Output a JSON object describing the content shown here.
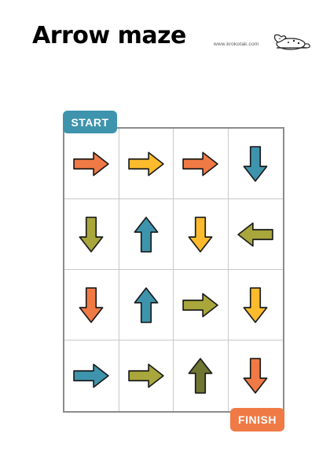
{
  "header": {
    "title": "Arrow maze",
    "site": "www.krokotak.com",
    "logo_icon": "sleeping-cat-icon"
  },
  "maze": {
    "start_label": "START",
    "finish_label": "FINISH",
    "rows": 4,
    "cols": 4,
    "colors": {
      "orange": "#f07a45",
      "yellow": "#fbbb2d",
      "blue": "#3e94ad",
      "olive": "#a9a63c",
      "darkolive": "#6e7631"
    },
    "cells": [
      [
        {
          "dir": "right",
          "color": "orange"
        },
        {
          "dir": "right",
          "color": "yellow"
        },
        {
          "dir": "right",
          "color": "orange"
        },
        {
          "dir": "down",
          "color": "blue"
        }
      ],
      [
        {
          "dir": "down",
          "color": "olive"
        },
        {
          "dir": "up",
          "color": "blue"
        },
        {
          "dir": "down",
          "color": "yellow"
        },
        {
          "dir": "left",
          "color": "olive"
        }
      ],
      [
        {
          "dir": "down",
          "color": "orange"
        },
        {
          "dir": "up",
          "color": "blue"
        },
        {
          "dir": "right",
          "color": "olive"
        },
        {
          "dir": "down",
          "color": "yellow"
        }
      ],
      [
        {
          "dir": "right",
          "color": "blue"
        },
        {
          "dir": "right",
          "color": "olive"
        },
        {
          "dir": "up",
          "color": "darkolive"
        },
        {
          "dir": "down",
          "color": "orange"
        }
      ]
    ]
  }
}
